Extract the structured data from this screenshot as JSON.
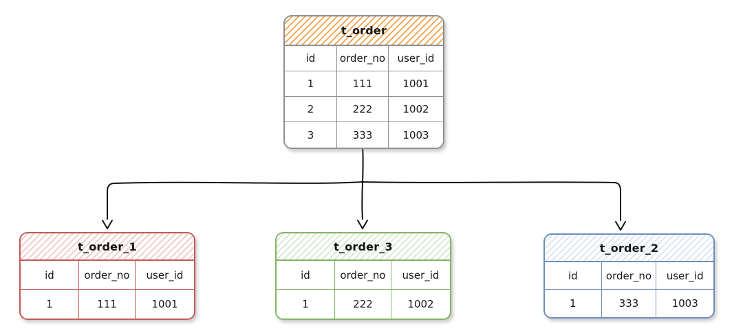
{
  "diagram": {
    "description": "Database sharding diagram: t_order split into three shard tables",
    "tables": [
      {
        "name": "t_order",
        "theme": "orange",
        "stroke_color": "#8f8f8f",
        "hatch_color": "#f0a24b",
        "columns": [
          "id",
          "order_no",
          "user_id"
        ],
        "rows": [
          [
            "1",
            "111",
            "1001"
          ],
          [
            "2",
            "222",
            "1002"
          ],
          [
            "3",
            "333",
            "1003"
          ]
        ]
      },
      {
        "name": "t_order_1",
        "theme": "red",
        "stroke_color": "#c05a55",
        "hatch_color": "#f2c9c7",
        "columns": [
          "id",
          "order_no",
          "user_id"
        ],
        "rows": [
          [
            "1",
            "111",
            "1001"
          ]
        ]
      },
      {
        "name": "t_order_3",
        "theme": "green",
        "stroke_color": "#82b366",
        "hatch_color": "#d7e8d1",
        "columns": [
          "id",
          "order_no",
          "user_id"
        ],
        "rows": [
          [
            "1",
            "222",
            "1002"
          ]
        ]
      },
      {
        "name": "t_order_2",
        "theme": "blue",
        "stroke_color": "#6c8ebf",
        "hatch_color": "#dae4f5",
        "columns": [
          "id",
          "order_no",
          "user_id"
        ],
        "rows": [
          [
            "1",
            "333",
            "1003"
          ]
        ]
      }
    ],
    "edges": [
      {
        "from": "t_order",
        "to": "t_order_1"
      },
      {
        "from": "t_order",
        "to": "t_order_3"
      },
      {
        "from": "t_order",
        "to": "t_order_2"
      }
    ],
    "arrow_color": "#111111",
    "background_color": "#ffffff"
  }
}
